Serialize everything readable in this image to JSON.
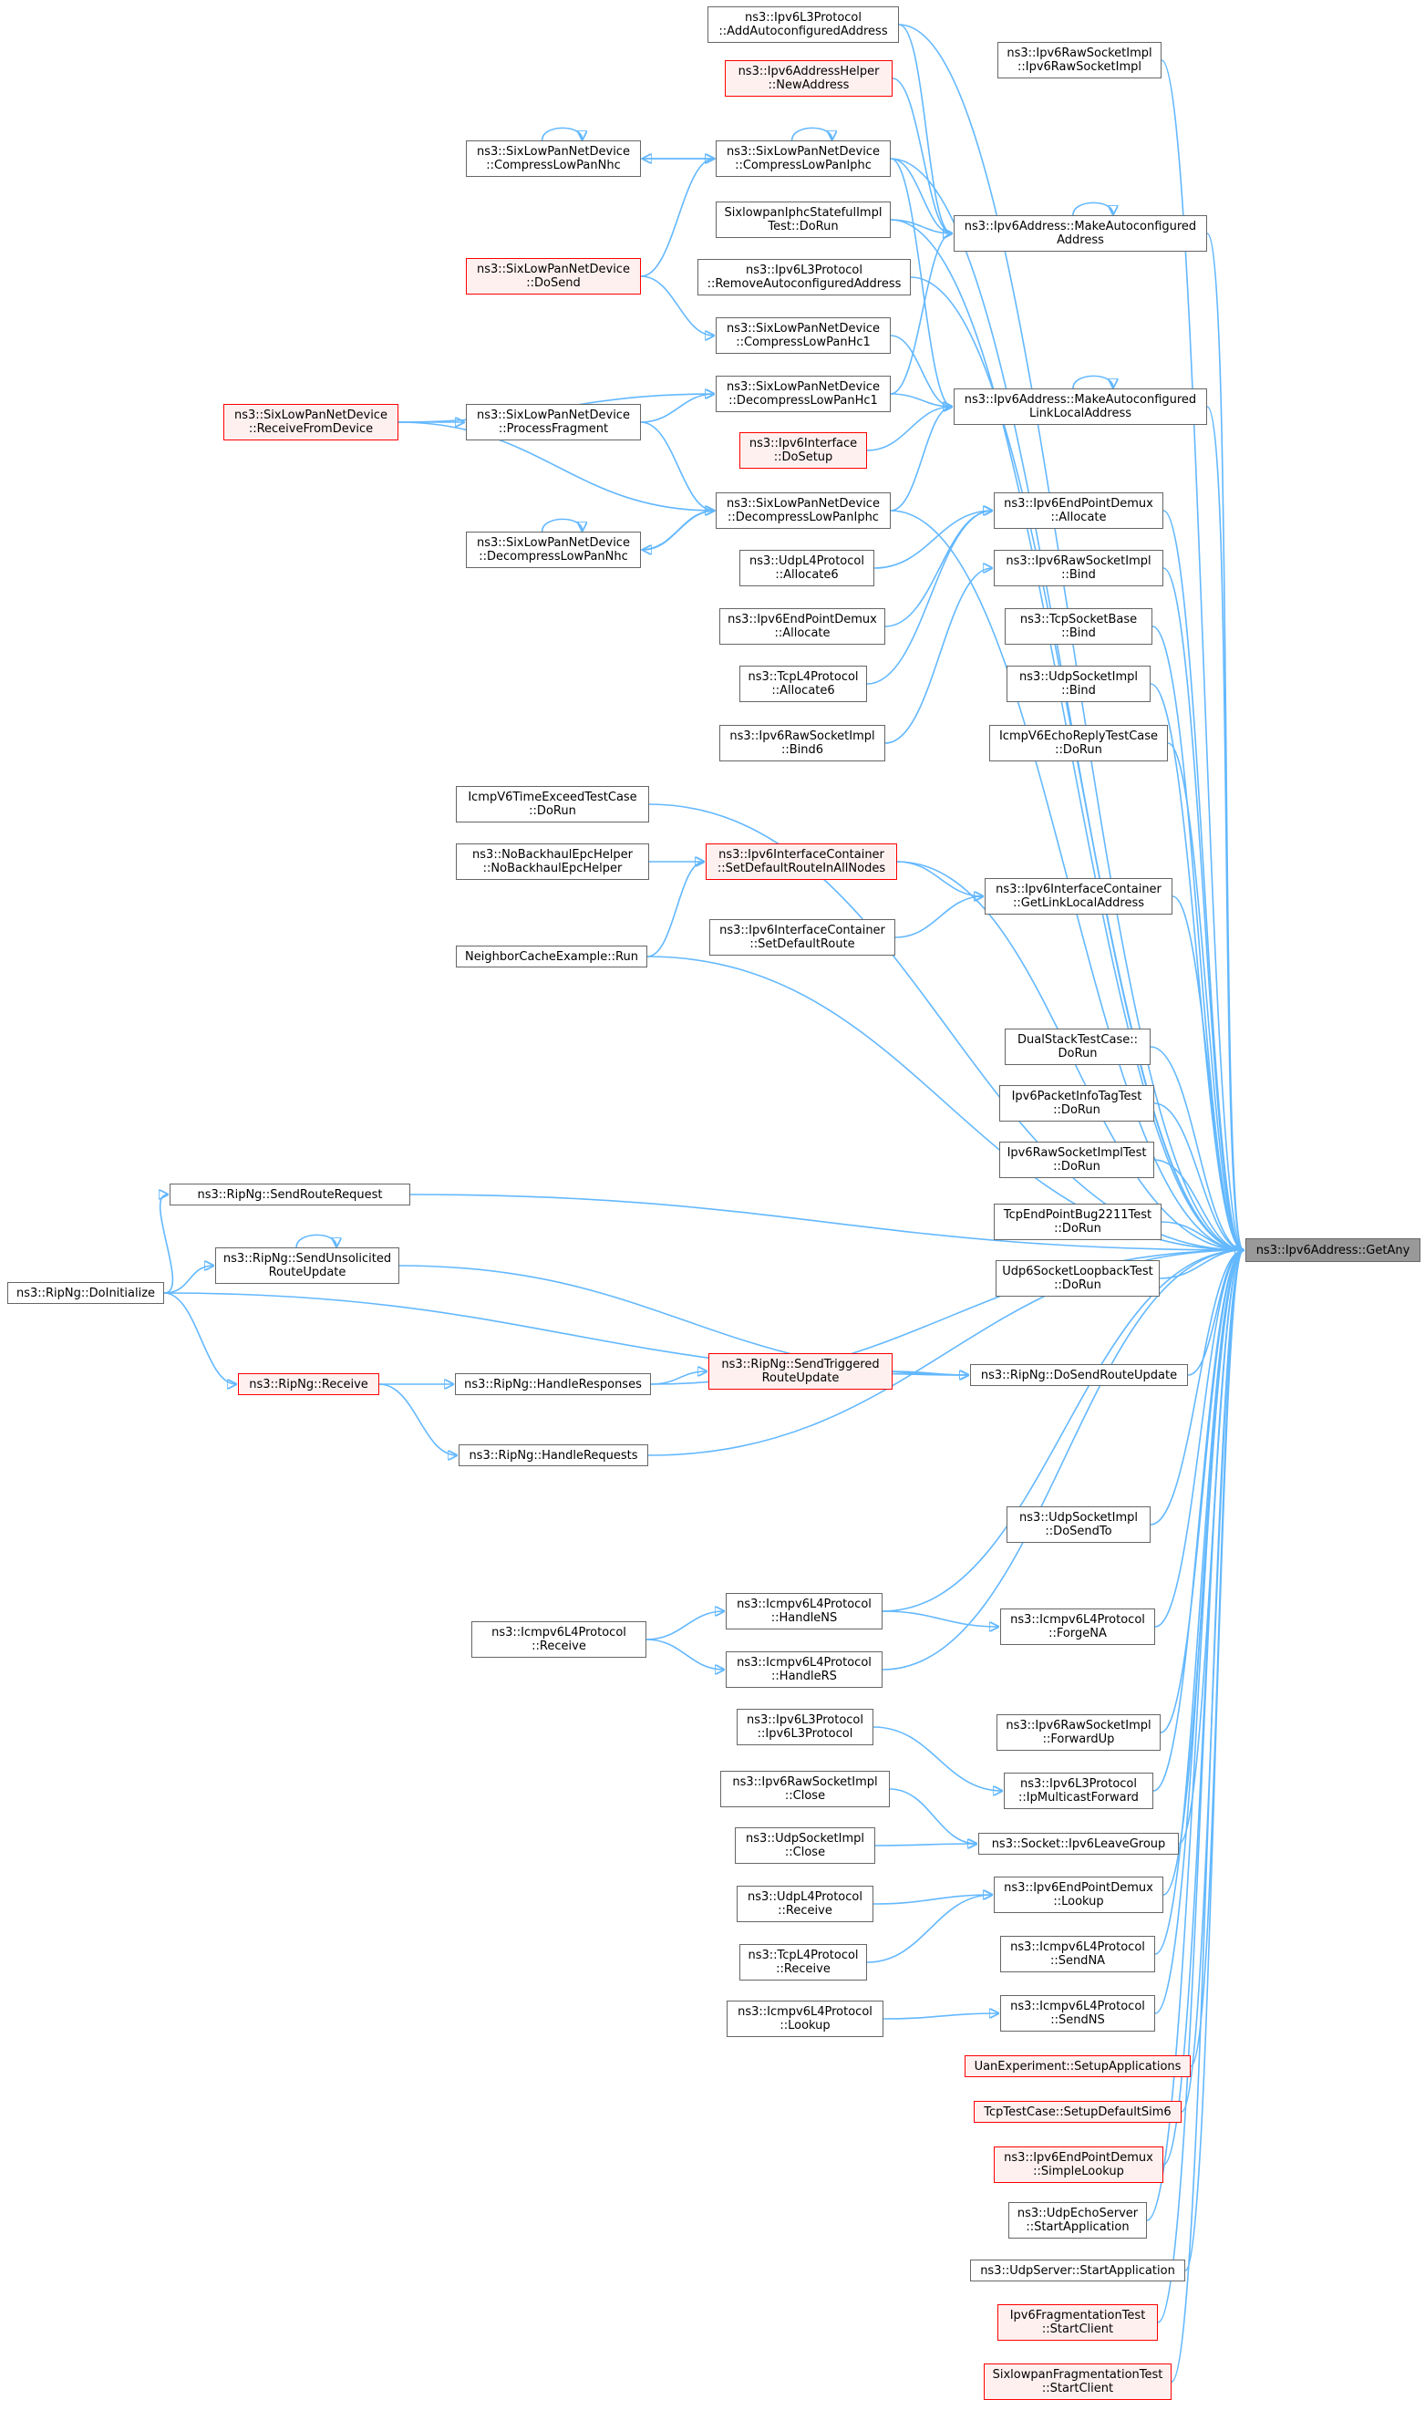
{
  "graph": {
    "colors": {
      "edge": "#63b8ff",
      "node_border": "#666666",
      "node_fill": "#ffffff",
      "highlight_border": "#ff0000",
      "highlight_fill": "#fff0f0",
      "focus_fill": "#999999"
    },
    "focus": "n_getany",
    "nodes": [
      {
        "id": "n_getany",
        "lines": [
          "ns3::Ipv6Address::GetAny"
        ],
        "style": "focus"
      },
      {
        "id": "n_addautoconf",
        "lines": [
          "ns3::Ipv6L3Protocol",
          "::AddAutoconfiguredAddress"
        ],
        "style": "normal"
      },
      {
        "id": "n_rawsockimpl_ctor",
        "lines": [
          "ns3::Ipv6RawSocketImpl",
          "::Ipv6RawSocketImpl"
        ],
        "style": "normal"
      },
      {
        "id": "n_addrhelper_new",
        "lines": [
          "ns3::Ipv6AddressHelper",
          "::NewAddress"
        ],
        "style": "red"
      },
      {
        "id": "n_compresslowpannhc",
        "lines": [
          "ns3::SixLowPanNetDevice",
          "::CompressLowPanNhc"
        ],
        "style": "normal"
      },
      {
        "id": "n_compresslowpaniphc",
        "lines": [
          "ns3::SixLowPanNetDevice",
          "::CompressLowPanIphc"
        ],
        "style": "normal"
      },
      {
        "id": "n_iphcstateful",
        "lines": [
          "SixlowpanIphcStatefulImpl",
          "Test::DoRun"
        ],
        "style": "normal"
      },
      {
        "id": "n_makeautoconf",
        "lines": [
          "ns3::Ipv6Address::MakeAutoconfigured",
          "Address"
        ],
        "style": "normal"
      },
      {
        "id": "n_dosend",
        "lines": [
          "ns3::SixLowPanNetDevice",
          "::DoSend"
        ],
        "style": "red"
      },
      {
        "id": "n_removeautoconf",
        "lines": [
          "ns3::Ipv6L3Protocol",
          "::RemoveAutoconfiguredAddress"
        ],
        "style": "normal"
      },
      {
        "id": "n_compresslowpanhc1",
        "lines": [
          "ns3::SixLowPanNetDevice",
          "::CompressLowPanHc1"
        ],
        "style": "normal"
      },
      {
        "id": "n_receivefromdevice",
        "lines": [
          "ns3::SixLowPanNetDevice",
          "::ReceiveFromDevice"
        ],
        "style": "red"
      },
      {
        "id": "n_processfragment",
        "lines": [
          "ns3::SixLowPanNetDevice",
          "::ProcessFragment"
        ],
        "style": "normal"
      },
      {
        "id": "n_decompresslowpanhc1",
        "lines": [
          "ns3::SixLowPanNetDevice",
          "::DecompressLowPanHc1"
        ],
        "style": "normal"
      },
      {
        "id": "n_makeautoconflinklocal",
        "lines": [
          "ns3::Ipv6Address::MakeAutoconfigured",
          "LinkLocalAddress"
        ],
        "style": "normal"
      },
      {
        "id": "n_ipv6if_dosetup",
        "lines": [
          "ns3::Ipv6Interface",
          "::DoSetup"
        ],
        "style": "red"
      },
      {
        "id": "n_decompresslowpaniphc",
        "lines": [
          "ns3::SixLowPanNetDevice",
          "::DecompressLowPanIphc"
        ],
        "style": "normal"
      },
      {
        "id": "n_epdemux_allocate",
        "lines": [
          "ns3::Ipv6EndPointDemux",
          "::Allocate"
        ],
        "style": "normal"
      },
      {
        "id": "n_decompresslowpannhc",
        "lines": [
          "ns3::SixLowPanNetDevice",
          "::DecompressLowPanNhc"
        ],
        "style": "normal"
      },
      {
        "id": "n_udpl4_allocate6",
        "lines": [
          "ns3::UdpL4Protocol",
          "::Allocate6"
        ],
        "style": "normal"
      },
      {
        "id": "n_rawsock_bind",
        "lines": [
          "ns3::Ipv6RawSocketImpl",
          "::Bind"
        ],
        "style": "normal"
      },
      {
        "id": "n_epdemux_allocate_l",
        "lines": [
          "ns3::Ipv6EndPointDemux",
          "::Allocate"
        ],
        "style": "normal"
      },
      {
        "id": "n_tcpsockbase_bind",
        "lines": [
          "ns3::TcpSocketBase",
          "::Bind"
        ],
        "style": "normal"
      },
      {
        "id": "n_tcpl4_allocate6",
        "lines": [
          "ns3::TcpL4Protocol",
          "::Allocate6"
        ],
        "style": "normal"
      },
      {
        "id": "n_udpsock_bind",
        "lines": [
          "ns3::UdpSocketImpl",
          "::Bind"
        ],
        "style": "normal"
      },
      {
        "id": "n_rawsock_bind6",
        "lines": [
          "ns3::Ipv6RawSocketImpl",
          "::Bind6"
        ],
        "style": "normal"
      },
      {
        "id": "n_icmpechoreply",
        "lines": [
          "IcmpV6EchoReplyTestCase",
          "::DoRun"
        ],
        "style": "normal"
      },
      {
        "id": "n_icmptimeexceed",
        "lines": [
          "IcmpV6TimeExceedTestCase",
          "::DoRun"
        ],
        "style": "normal"
      },
      {
        "id": "n_nobackhaul",
        "lines": [
          "ns3::NoBackhaulEpcHelper",
          "::NoBackhaulEpcHelper"
        ],
        "style": "normal"
      },
      {
        "id": "n_setdefaultrouteall",
        "lines": [
          "ns3::Ipv6InterfaceContainer",
          "::SetDefaultRouteInAllNodes"
        ],
        "style": "red"
      },
      {
        "id": "n_getlinklocal",
        "lines": [
          "ns3::Ipv6InterfaceContainer",
          "::GetLinkLocalAddress"
        ],
        "style": "normal"
      },
      {
        "id": "n_setdefaultroute",
        "lines": [
          "ns3::Ipv6InterfaceContainer",
          "::SetDefaultRoute"
        ],
        "style": "normal"
      },
      {
        "id": "n_neighborcache",
        "lines": [
          "NeighborCacheExample::Run"
        ],
        "style": "normal"
      },
      {
        "id": "n_dualstack",
        "lines": [
          "DualStackTestCase::",
          "DoRun"
        ],
        "style": "normal"
      },
      {
        "id": "n_pktinfotag",
        "lines": [
          "Ipv6PacketInfoTagTest",
          "::DoRun"
        ],
        "style": "normal"
      },
      {
        "id": "n_rawsockimpltest",
        "lines": [
          "Ipv6RawSocketImplTest",
          "::DoRun"
        ],
        "style": "normal"
      },
      {
        "id": "n_sendrouterequest",
        "lines": [
          "ns3::RipNg::SendRouteRequest"
        ],
        "style": "normal"
      },
      {
        "id": "n_tcpbug2211",
        "lines": [
          "TcpEndPointBug2211Test",
          "::DoRun"
        ],
        "style": "normal"
      },
      {
        "id": "n_sendunsolicited",
        "lines": [
          "ns3::RipNg::SendUnsolicited",
          "RouteUpdate"
        ],
        "style": "normal"
      },
      {
        "id": "n_udp6loopback",
        "lines": [
          "Udp6SocketLoopbackTest",
          "::DoRun"
        ],
        "style": "normal"
      },
      {
        "id": "n_ripng_doinit",
        "lines": [
          "ns3::RipNg::DoInitialize"
        ],
        "style": "normal"
      },
      {
        "id": "n_ripng_receive",
        "lines": [
          "ns3::RipNg::Receive"
        ],
        "style": "red"
      },
      {
        "id": "n_handleresponses",
        "lines": [
          "ns3::RipNg::HandleResponses"
        ],
        "style": "normal"
      },
      {
        "id": "n_sendtriggered",
        "lines": [
          "ns3::RipNg::SendTriggered",
          "RouteUpdate"
        ],
        "style": "red"
      },
      {
        "id": "n_dosendrouteupdate",
        "lines": [
          "ns3::RipNg::DoSendRouteUpdate"
        ],
        "style": "normal"
      },
      {
        "id": "n_handlerequests",
        "lines": [
          "ns3::RipNg::HandleRequests"
        ],
        "style": "normal"
      },
      {
        "id": "n_udpsock_dosendto",
        "lines": [
          "ns3::UdpSocketImpl",
          "::DoSendTo"
        ],
        "style": "normal"
      },
      {
        "id": "n_icmpv6_receive",
        "lines": [
          "ns3::Icmpv6L4Protocol",
          "::Receive"
        ],
        "style": "normal"
      },
      {
        "id": "n_handlens",
        "lines": [
          "ns3::Icmpv6L4Protocol",
          "::HandleNS"
        ],
        "style": "normal"
      },
      {
        "id": "n_forgena",
        "lines": [
          "ns3::Icmpv6L4Protocol",
          "::ForgeNA"
        ],
        "style": "normal"
      },
      {
        "id": "n_handlers",
        "lines": [
          "ns3::Icmpv6L4Protocol",
          "::HandleRS"
        ],
        "style": "normal"
      },
      {
        "id": "n_ipv6l3_ctor",
        "lines": [
          "ns3::Ipv6L3Protocol",
          "::Ipv6L3Protocol"
        ],
        "style": "normal"
      },
      {
        "id": "n_rawsock_forwardup",
        "lines": [
          "ns3::Ipv6RawSocketImpl",
          "::ForwardUp"
        ],
        "style": "normal"
      },
      {
        "id": "n_rawsock_close",
        "lines": [
          "ns3::Ipv6RawSocketImpl",
          "::Close"
        ],
        "style": "normal"
      },
      {
        "id": "n_ipmulticastfwd",
        "lines": [
          "ns3::Ipv6L3Protocol",
          "::IpMulticastForward"
        ],
        "style": "normal"
      },
      {
        "id": "n_udpsock_close",
        "lines": [
          "ns3::UdpSocketImpl",
          "::Close"
        ],
        "style": "normal"
      },
      {
        "id": "n_ipv6leavegroup",
        "lines": [
          "ns3::Socket::Ipv6LeaveGroup"
        ],
        "style": "normal"
      },
      {
        "id": "n_udpl4_receive",
        "lines": [
          "ns3::UdpL4Protocol",
          "::Receive"
        ],
        "style": "normal"
      },
      {
        "id": "n_epdemux_lookup",
        "lines": [
          "ns3::Ipv6EndPointDemux",
          "::Lookup"
        ],
        "style": "normal"
      },
      {
        "id": "n_tcpl4_receive",
        "lines": [
          "ns3::TcpL4Protocol",
          "::Receive"
        ],
        "style": "normal"
      },
      {
        "id": "n_sendna",
        "lines": [
          "ns3::Icmpv6L4Protocol",
          "::SendNA"
        ],
        "style": "normal"
      },
      {
        "id": "n_icmpv6_lookup",
        "lines": [
          "ns3::Icmpv6L4Protocol",
          "::Lookup"
        ],
        "style": "normal"
      },
      {
        "id": "n_sendns",
        "lines": [
          "ns3::Icmpv6L4Protocol",
          "::SendNS"
        ],
        "style": "normal"
      },
      {
        "id": "n_uanexperiment",
        "lines": [
          "UanExperiment::SetupApplications"
        ],
        "style": "red"
      },
      {
        "id": "n_tcptestcase",
        "lines": [
          "TcpTestCase::SetupDefaultSim6"
        ],
        "style": "red"
      },
      {
        "id": "n_simplelookup",
        "lines": [
          "ns3::Ipv6EndPointDemux",
          "::SimpleLookup"
        ],
        "style": "red"
      },
      {
        "id": "n_udpechoserver",
        "lines": [
          "ns3::UdpEchoServer",
          "::StartApplication"
        ],
        "style": "normal"
      },
      {
        "id": "n_udpserver",
        "lines": [
          "ns3::UdpServer::StartApplication"
        ],
        "style": "normal"
      },
      {
        "id": "n_fragtest",
        "lines": [
          "Ipv6FragmentationTest",
          "::StartClient"
        ],
        "style": "red"
      },
      {
        "id": "n_sixlowpanfrag",
        "lines": [
          "SixlowpanFragmentationTest",
          "::StartClient"
        ],
        "style": "red"
      }
    ]
  }
}
